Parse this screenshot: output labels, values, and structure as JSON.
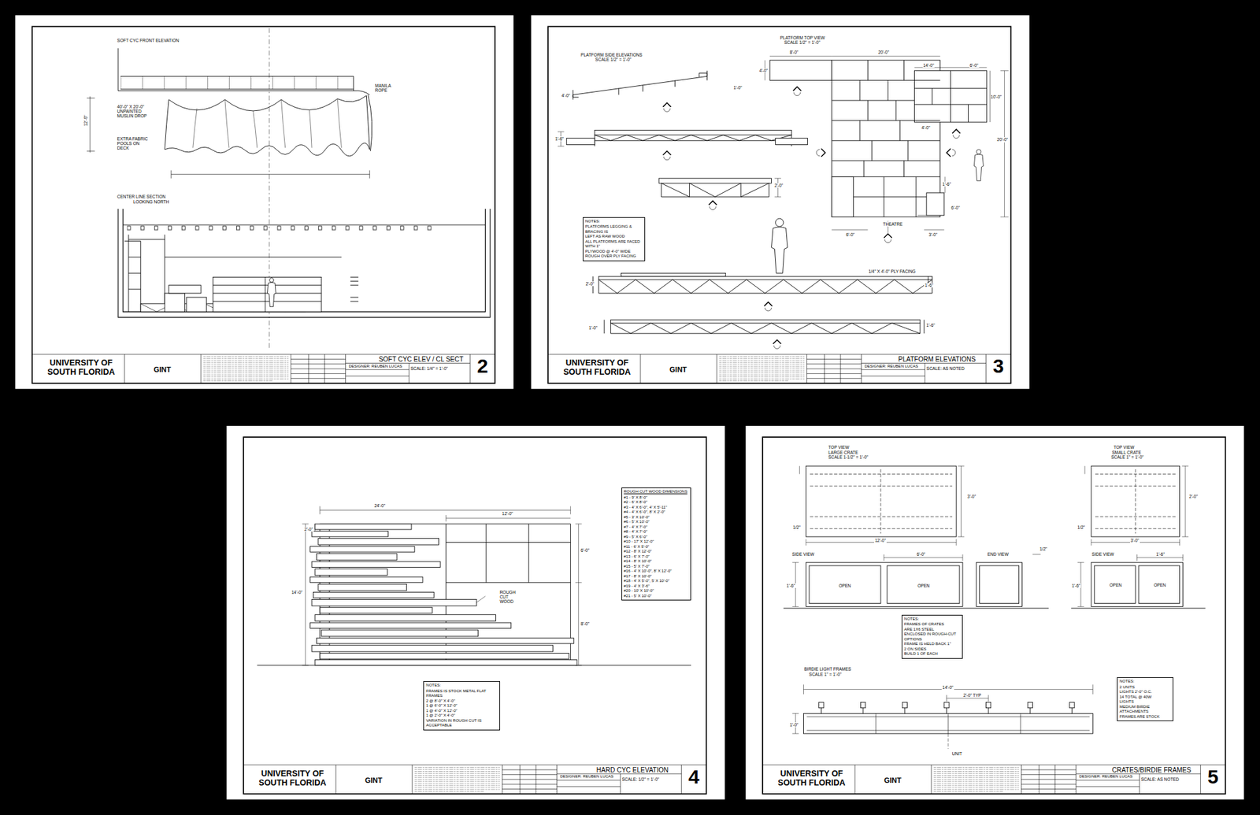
{
  "diagram": {
    "nodes": [
      {
        "text": [
          "UNIVERSITY OF SOUTH FLORIDA",
          "GINT",
          "SOFT CYC ELEV / CL SECT",
          "DESIGNER: REUBEN LUCAS",
          "SCALE: 1/4\" = 1'-0\"",
          "2"
        ]
      },
      {
        "text": [
          "UNIVERSITY OF SOUTH FLORIDA",
          "GINT",
          "PLATFORM ELEVATIONS",
          "DESIGNER: REUBEN LUCAS",
          "SCALE: AS NOTED",
          "3"
        ]
      },
      {
        "text": [
          "NOTES:",
          "PLATFORMS LEGGING & BRACING IS",
          "LEFT AS RAW WOOD",
          "ALL PLATFORMS ARE FACED WITH 1\"",
          "PLYWOOD @ 4'-0\" WIDE",
          "ROUGH OVER PLY FACING"
        ],
        "in": 1
      },
      {
        "text": [
          "UNIVERSITY OF SOUTH FLORIDA",
          "GINT",
          "HARD CYC ELEVATION",
          "DESIGNER: REUBEN LUCAS",
          "SCALE: 1/2\" = 1'-0\"",
          "4"
        ]
      },
      {
        "text": [
          "ROUGH CUT WOOD DIMENSIONS",
          "#1 - 9' X 8'-0\"",
          "#2 - 6' X 8'-0\"",
          "#3 - 4' X 6'-0\", 4' X 5'-11\"",
          "#4 - 4' X 6'-0\", 8' X 2'-0\"",
          "#5 - 3' X 10'-0\"",
          "#6 - 5' X 10'-0\"",
          "#7 - 4' X 7'-0\"",
          "#8 - 4' X 7'-0\"",
          "#9 - 5' X 6'-0\"",
          "#10 - 17' X 12'-0\"",
          "#11 - 6' X 5'-0\"",
          "#12 - 8' X 12'-0\"",
          "#13 - 6' X 7'-0\"",
          "#14 - 8' X 10'-0\"",
          "#15 - 5' X 7'-0\"",
          "#16 - 4' X 10'-0\", 8' X 12'-0\"",
          "#17 - 8' X 10'-0\"",
          "#18 - 4' X 5'-0\", 5' X 10'-0\"",
          "#19 - 4' X 3'-6\"",
          "#20 - 10' X 10'-0\"",
          "#21 - 5' X 10'-0\""
        ],
        "in": 3
      },
      {
        "text": [
          "NOTES:",
          "FRAMES IS STOCK METAL FLAT FRAMES",
          "2 @ 8'-0\" X 4'-0\"",
          "1 @ 6'-0\" X 12'-0\"",
          "1 @ 4'-0\" X 12'-0\"",
          "1 @ 2'-0\" X 4'-0\"",
          "VARIATION IN ROUGH CUT IS ACCEPTABLE"
        ],
        "in": 3
      },
      {
        "text": [
          "UNIVERSITY OF SOUTH FLORIDA",
          "GINT",
          "CRATES/BIRDIE FRAMES",
          "DESIGNER: REUBEN LUCAS",
          "SCALE: AS NOTED",
          "5"
        ]
      },
      {
        "text": [
          "NOTES:",
          "FRAMES OF CRATES",
          "ARE 1X6 STEEL",
          "ENCLOSED IN ROUGH-CUT",
          "OPTIONS",
          "FRAME IS HELD BACK 1\"",
          "2 ON SIDES",
          "BUILD 1 OF EACH"
        ],
        "in": 6
      },
      {
        "text": [
          "NOTES:",
          "2 UNITS",
          "LIGHTS 2'-0\" O.C.",
          "14 TOTAL @ 40W",
          "LIGHTS",
          "MEDIUM BIRDIE ATTACHMENTS",
          "FRAMES ARE STOCK"
        ],
        "in": 6
      }
    ],
    "labels": [
      "SOFT CYC FRONT ELEVATION",
      "40'-0\" X 20'-0\" UNPAINTED MUSLIN DROP",
      "EXTRA FABRIC POOLS ON DECK",
      "MANILA ROPE",
      "12'-0\"",
      "CENTER LINE SECTION",
      "LOOKING NORTH",
      "PLATFORM SIDE ELEVATIONS",
      "SCALE 1/2\" = 1'-0\"",
      "PLATFORM TOP VIEW",
      "SCALE 1/2\" = 1'-0\"",
      "8'-0\"",
      "20'-0\"",
      "14'-0\"",
      "6'-0\"",
      "4'-0\"",
      "10'-0\"",
      "20'-0\"",
      "4'-0\"",
      "1'-6\"",
      "6'-0\"",
      "THEATRE",
      "6'-0\"",
      "3'-0\"",
      "1'-0\"",
      "4'-0\"",
      "1'-6\"",
      "2'-0\"",
      "2'-0\"",
      "1/4\" X 4'-0\" PLY FACING",
      "1'-6\"",
      "1'-0\"",
      "1'-6\"",
      "24'-0\"",
      "12'-0\"",
      "2'-0\"",
      "14'-0\"",
      "6'-0\"",
      "8'-0\"",
      "ROUGH CUT WOOD",
      "TOP VIEW",
      "LARGE CRATE",
      "SCALE 1-1/2\" = 1'-0\"",
      "TOP VIEW",
      "SMALL CRATE",
      "SCALE 1\" = 1'-0\"",
      "3'-0\"",
      "12'-0\"",
      "1/2\"",
      "2'-0\"",
      "3'-0\"",
      "1/2\"",
      "SIDE VIEW",
      "6'-0\"",
      "END VIEW",
      "1/2\"",
      "SIDE VIEW",
      "1'-6\"",
      "OPEN",
      "OPEN",
      "OPEN",
      "OPEN",
      "1'-6\"",
      "1'-6\"",
      "BIRDIE LIGHT FRAMES",
      "SCALE 1\" = 1'-0\"",
      "14'-0\"",
      "2'-0\" TYP",
      "1'-0\"",
      "UNIT"
    ]
  }
}
